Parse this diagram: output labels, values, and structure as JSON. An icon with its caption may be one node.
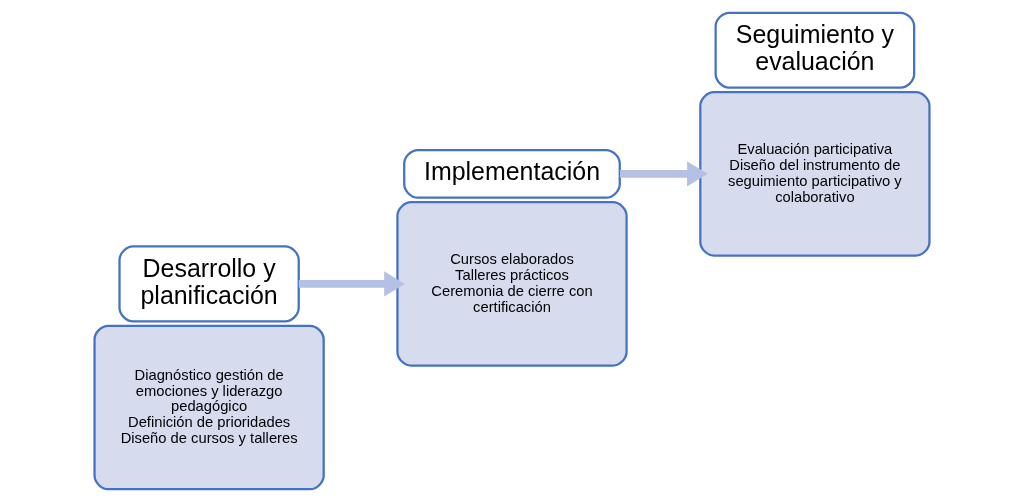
{
  "diagram": {
    "nodes": [
      {
        "text": [
          "Diagnóstico gestión de emociones y liderazgo pedagógico",
          "Definición de prioridades",
          "Diseño de cursos y talleres"
        ]
      },
      {
        "text": [
          "Desarrollo y planificación"
        ]
      },
      {
        "text": [
          "Cursos elaborados",
          "Talleres prácticos",
          "Ceremonia de cierre con certificación"
        ]
      },
      {
        "text": [
          "Implementación"
        ]
      },
      {
        "text": [
          "Evaluación participativa",
          "Diseño del instrumento de seguimiento participativo y colaborativo"
        ]
      },
      {
        "text": [
          "Seguimiento y evaluación"
        ]
      }
    ],
    "edges": [
      {
        "from": 1,
        "to": 2,
        "arrow": "to"
      },
      {
        "from": 3,
        "to": 4,
        "arrow": "to"
      }
    ]
  }
}
